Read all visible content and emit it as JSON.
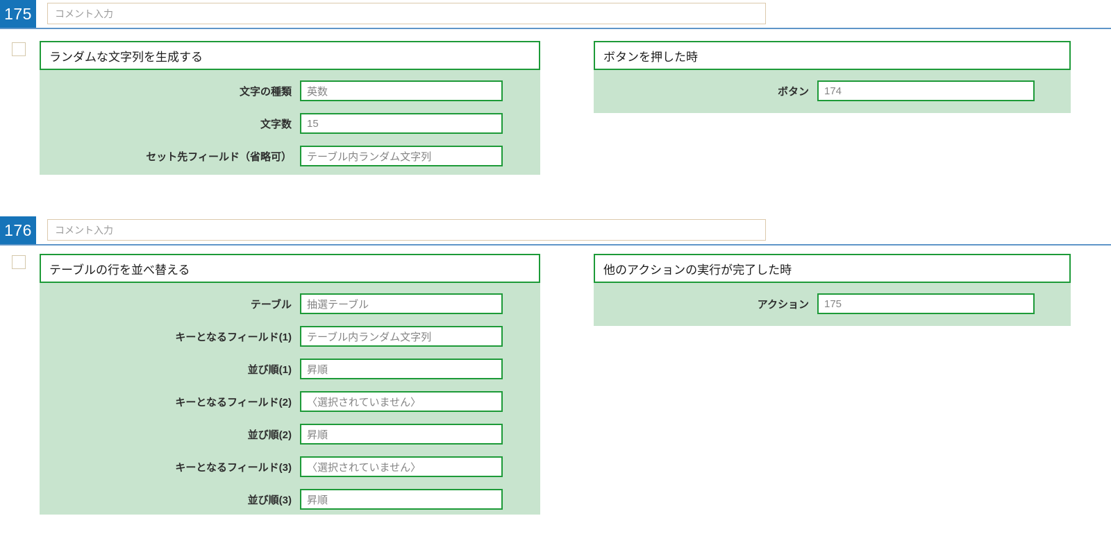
{
  "colors": {
    "badge_blue": "#1674b9",
    "separator_blue": "#5e95c8",
    "green_border": "#1d9a38",
    "green_background": "#c8e4ce",
    "beige_border": "#dcc9ac",
    "value_text_gray": "#858585"
  },
  "blocks": [
    {
      "id": "175",
      "comment_placeholder": "コメント入力",
      "action": {
        "title": "ランダムな文字列を生成する",
        "fields": [
          {
            "label": "文字の種類",
            "value": "英数"
          },
          {
            "label": "文字数",
            "value": "15"
          },
          {
            "label": "セット先フィールド（省略可）",
            "value": "テーブル内ランダム文字列"
          }
        ]
      },
      "trigger": {
        "title": "ボタンを押した時",
        "fields": [
          {
            "label": "ボタン",
            "value": "174"
          }
        ]
      }
    },
    {
      "id": "176",
      "comment_placeholder": "コメント入力",
      "action": {
        "title": "テーブルの行を並べ替える",
        "fields": [
          {
            "label": "テーブル",
            "value": "抽選テーブル"
          },
          {
            "label": "キーとなるフィールド(1)",
            "value": "テーブル内ランダム文字列"
          },
          {
            "label": "並び順(1)",
            "value": "昇順"
          },
          {
            "label": "キーとなるフィールド(2)",
            "value": "〈選択されていません〉"
          },
          {
            "label": "並び順(2)",
            "value": "昇順"
          },
          {
            "label": "キーとなるフィールド(3)",
            "value": "〈選択されていません〉"
          },
          {
            "label": "並び順(3)",
            "value": "昇順"
          }
        ]
      },
      "trigger": {
        "title": "他のアクションの実行が完了した時",
        "fields": [
          {
            "label": "アクション",
            "value": "175"
          }
        ]
      }
    }
  ]
}
